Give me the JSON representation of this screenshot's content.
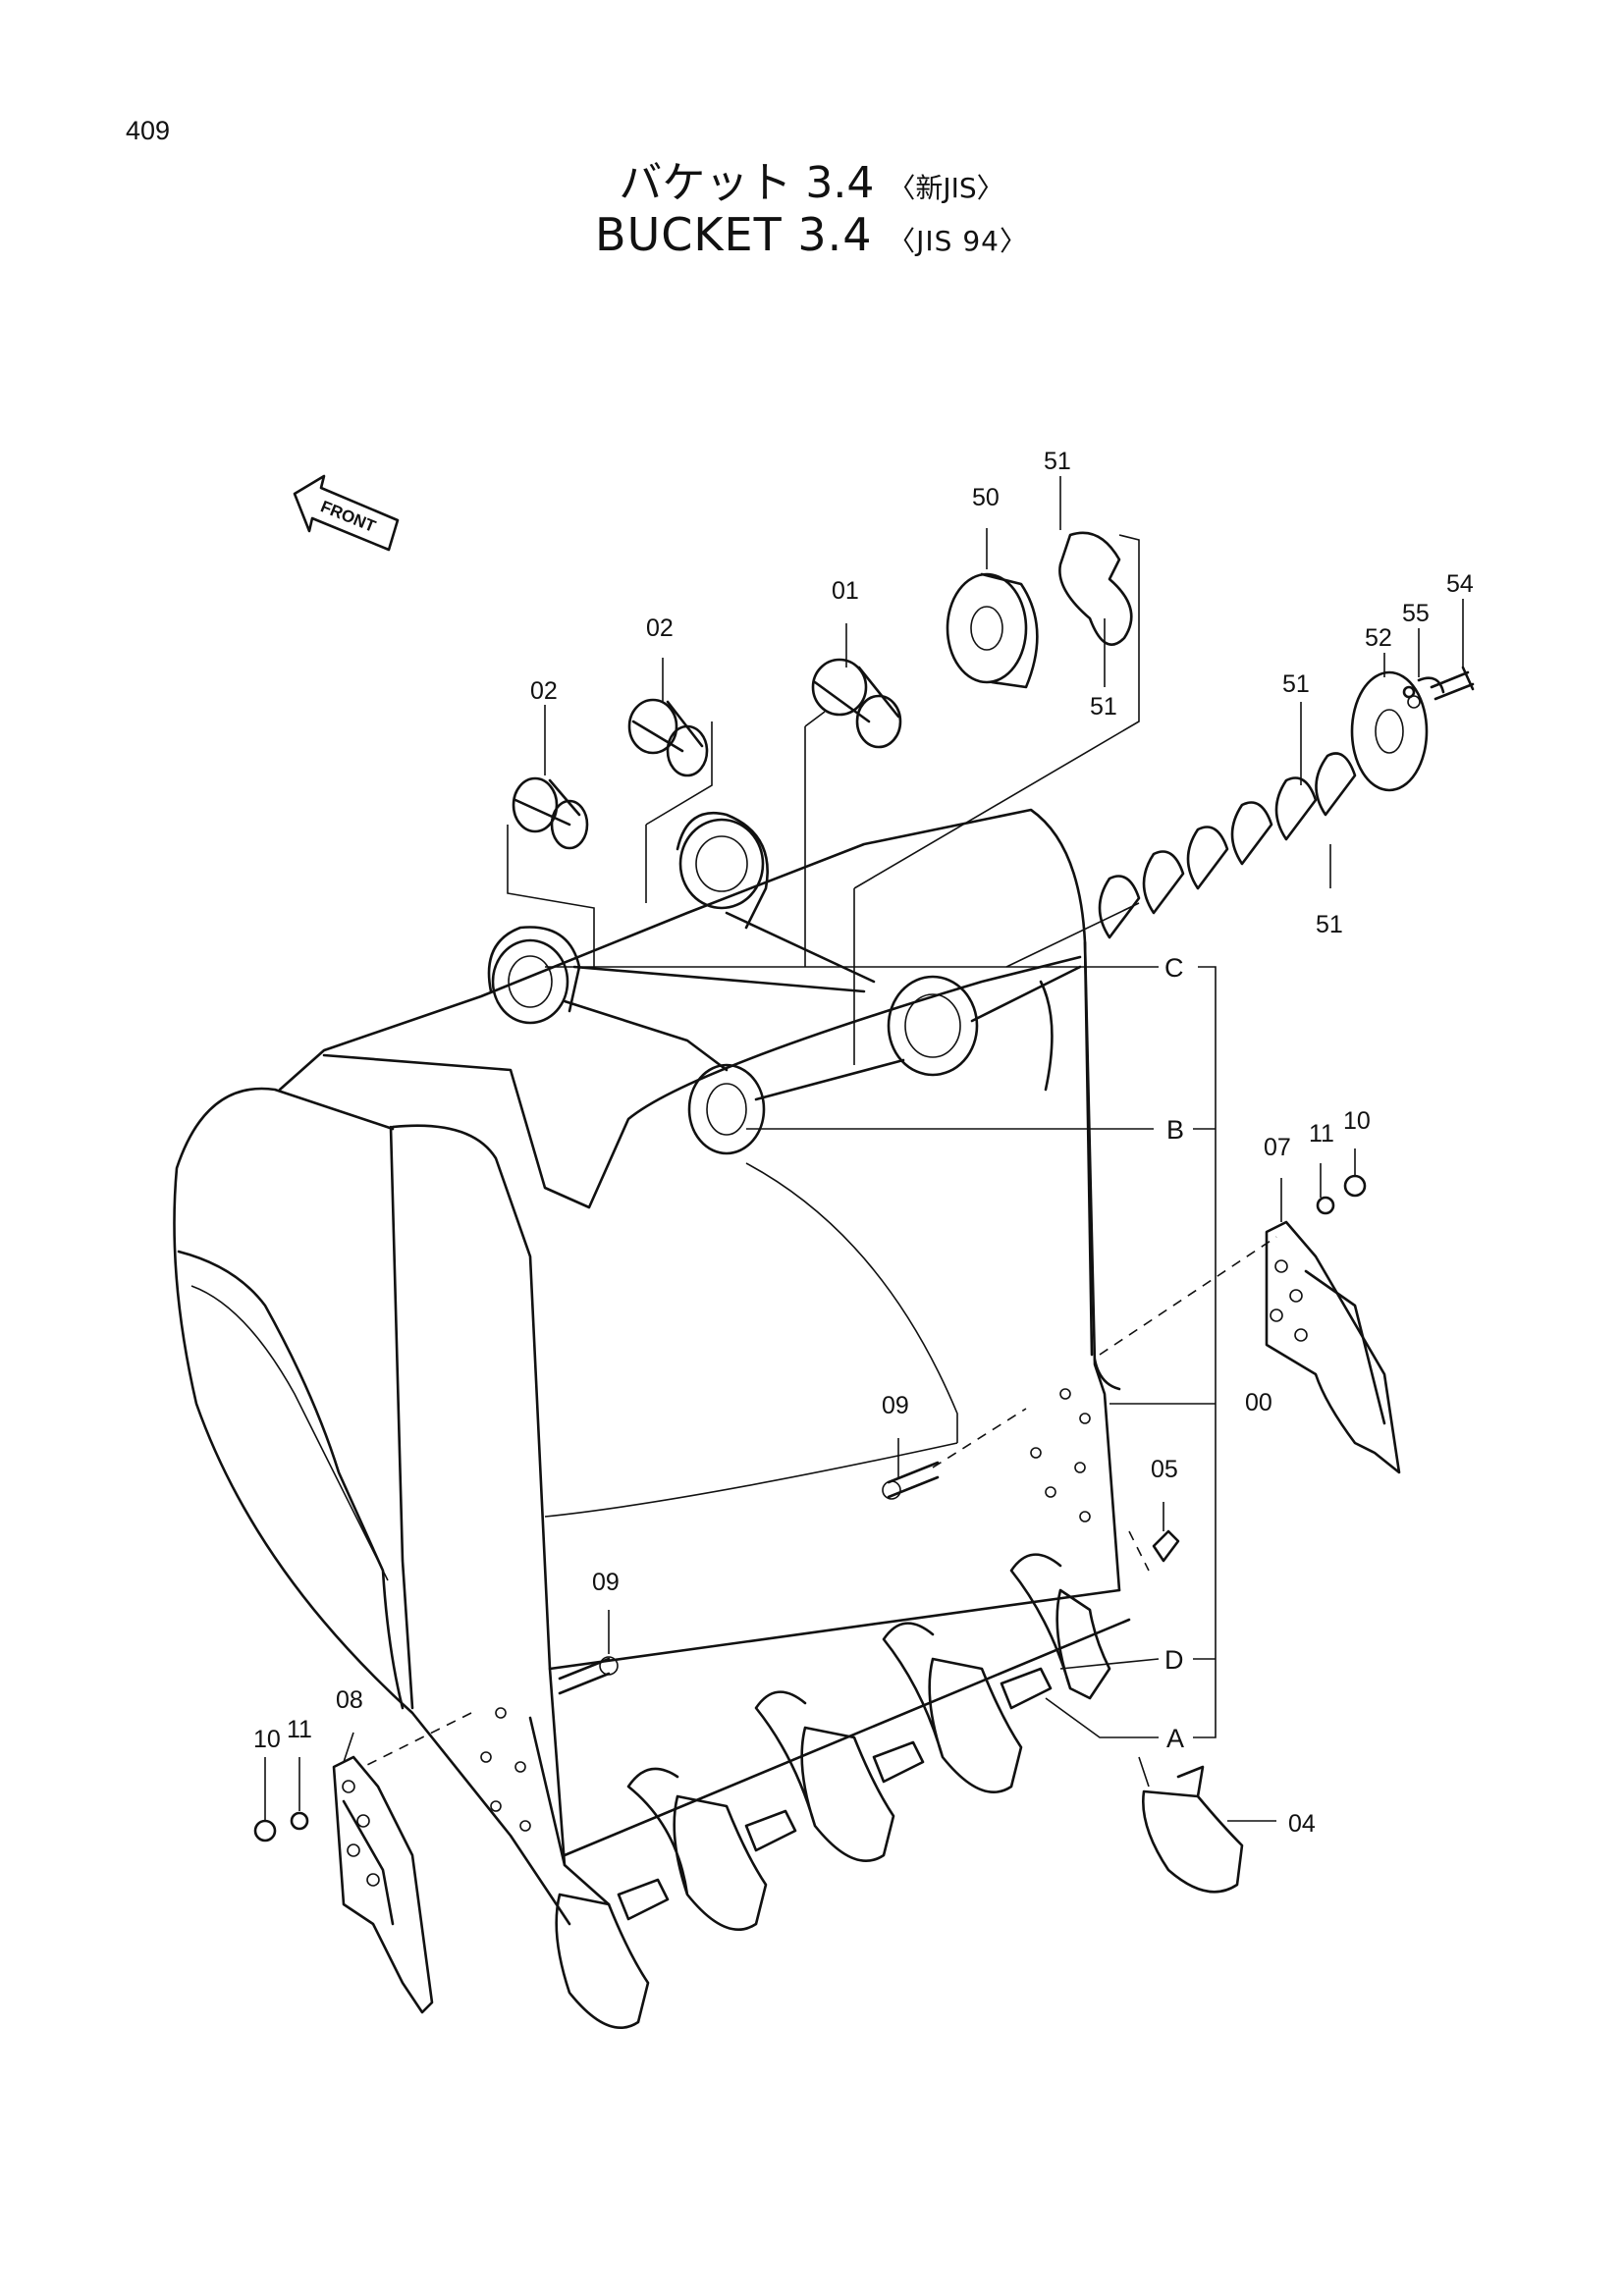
{
  "page_number": "409",
  "title_ja": "バケット 3.4",
  "title_ja_sub": "〈新JIS〉",
  "title_en": "BUCKET  3.4",
  "title_en_sub": "〈JIS 94〉",
  "front_label": "FRONT",
  "callouts": {
    "c00": "00",
    "c01": "01",
    "c02a": "02",
    "c02b": "02",
    "c04": "04",
    "c05": "05",
    "c07": "07",
    "c08": "08",
    "c09a": "09",
    "c09b": "09",
    "c10a": "10",
    "c10b": "10",
    "c11a": "11",
    "c11b": "11",
    "c50": "50",
    "c51a": "51",
    "c51b": "51",
    "c51c": "51",
    "c51d": "51",
    "c52": "52",
    "c54": "54",
    "c55": "55"
  },
  "refs": {
    "A": "A",
    "B": "B",
    "C": "C",
    "D": "D"
  }
}
